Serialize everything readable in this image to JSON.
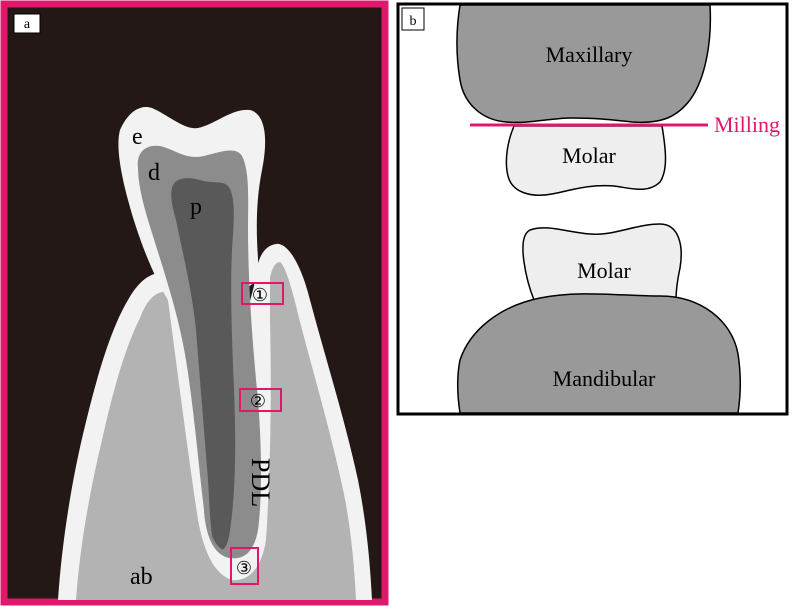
{
  "panel_a": {
    "tag": "a",
    "labels": {
      "enamel": "e",
      "dentin": "d",
      "pulp": "p",
      "pdl": "PDL",
      "alveolar_bone": "ab"
    },
    "markers": [
      "①",
      "②",
      "③"
    ],
    "colors": {
      "frame": "#e0186c",
      "background": "#231815",
      "enamel": "#f2f2f2",
      "dentin": "#8c8c8c",
      "pulp": "#595959",
      "pdl": "#f2f2f2",
      "bone": "#b3b3b3",
      "marker_box": "#e0186c"
    }
  },
  "panel_b": {
    "tag": "b",
    "upper_jaw": "Maxillary",
    "upper_tooth": "Molar",
    "lower_tooth": "Molar",
    "lower_jaw": "Mandibular",
    "plane": "Milling",
    "colors": {
      "jaw": "#999999",
      "tooth": "#eeeeee",
      "plane": "#e0186c",
      "frame": "#000000"
    }
  }
}
